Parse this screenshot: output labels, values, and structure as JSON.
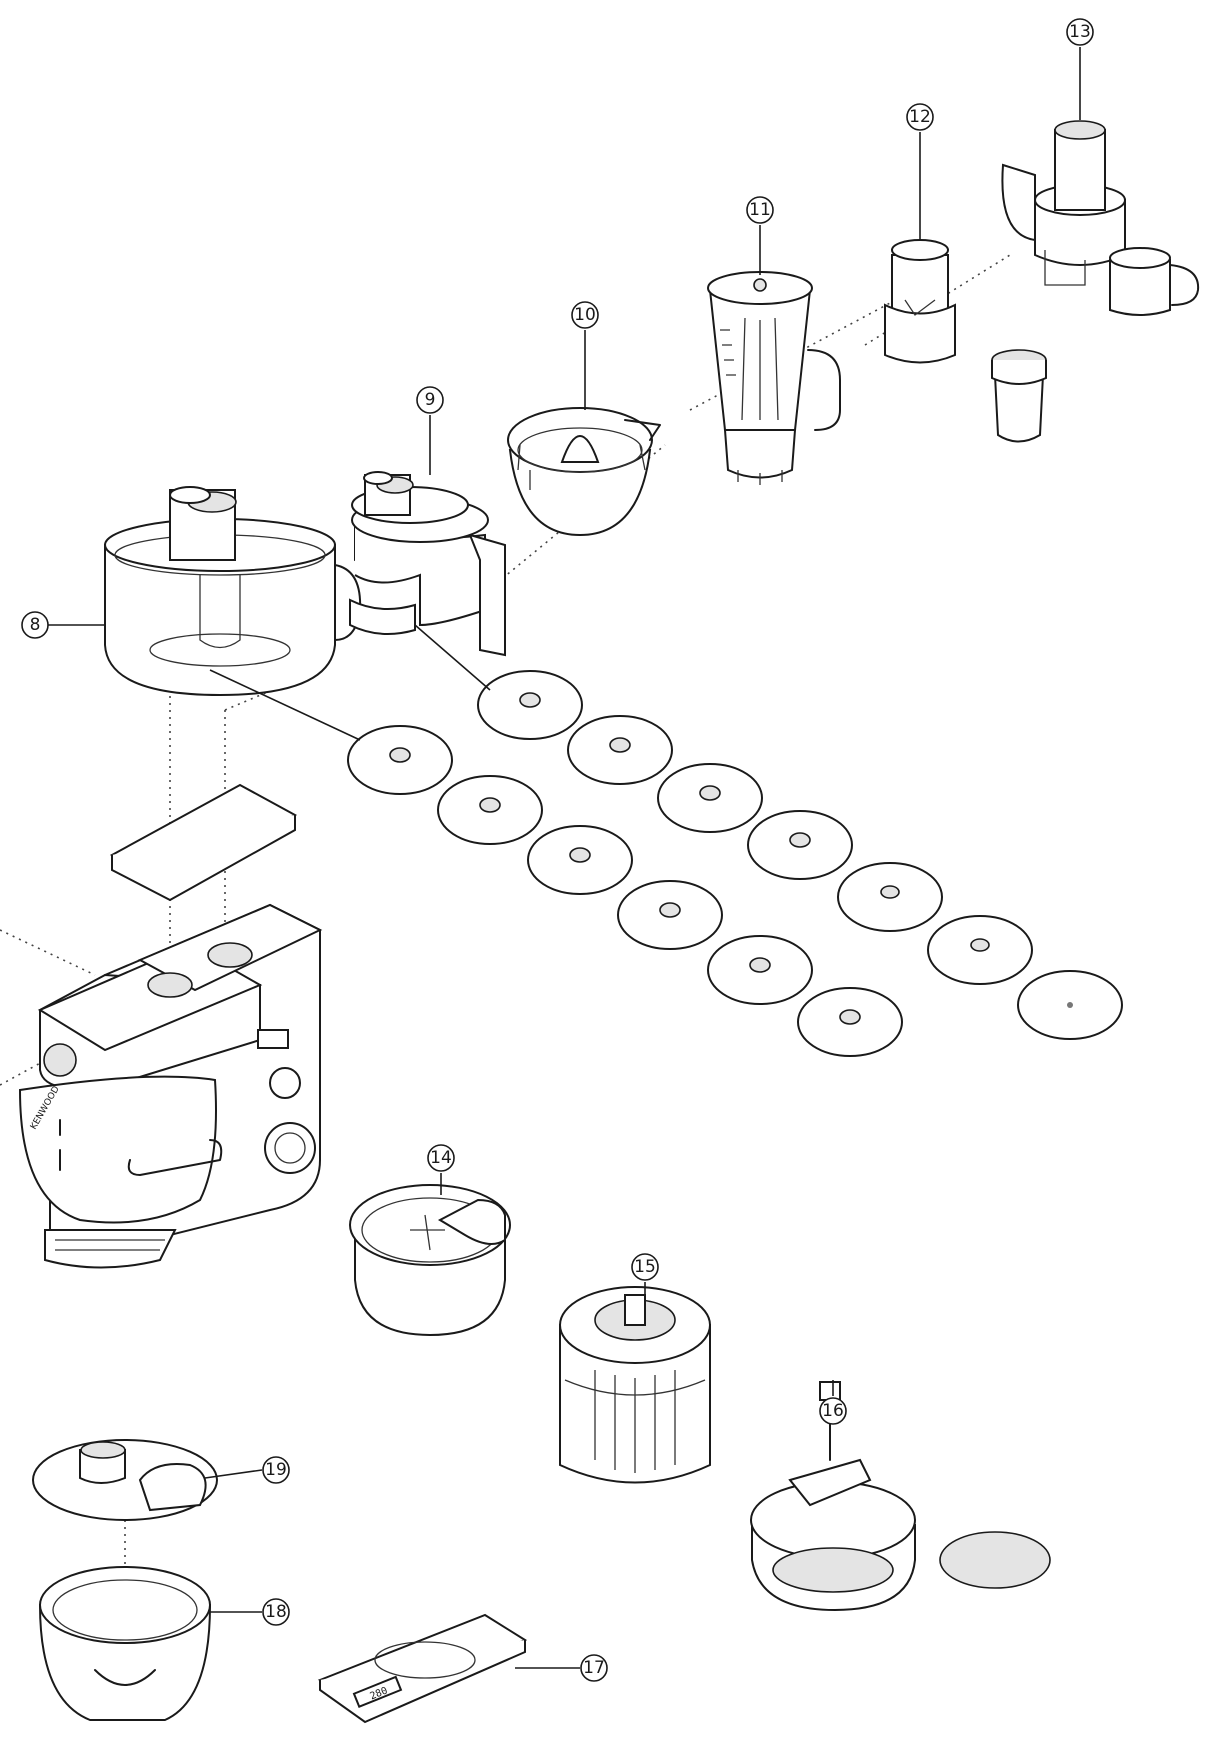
{
  "callouts": [
    {
      "id": "8",
      "label": "8"
    },
    {
      "id": "9",
      "label": "9"
    },
    {
      "id": "10",
      "label": "10"
    },
    {
      "id": "11",
      "label": "11"
    },
    {
      "id": "12",
      "label": "12"
    },
    {
      "id": "13",
      "label": "13"
    },
    {
      "id": "14",
      "label": "14"
    },
    {
      "id": "15",
      "label": "15"
    },
    {
      "id": "16",
      "label": "16"
    },
    {
      "id": "17",
      "label": "17"
    },
    {
      "id": "18",
      "label": "18"
    },
    {
      "id": "19",
      "label": "19"
    }
  ],
  "scale_display": "280",
  "brand_text": "KENWOOD"
}
